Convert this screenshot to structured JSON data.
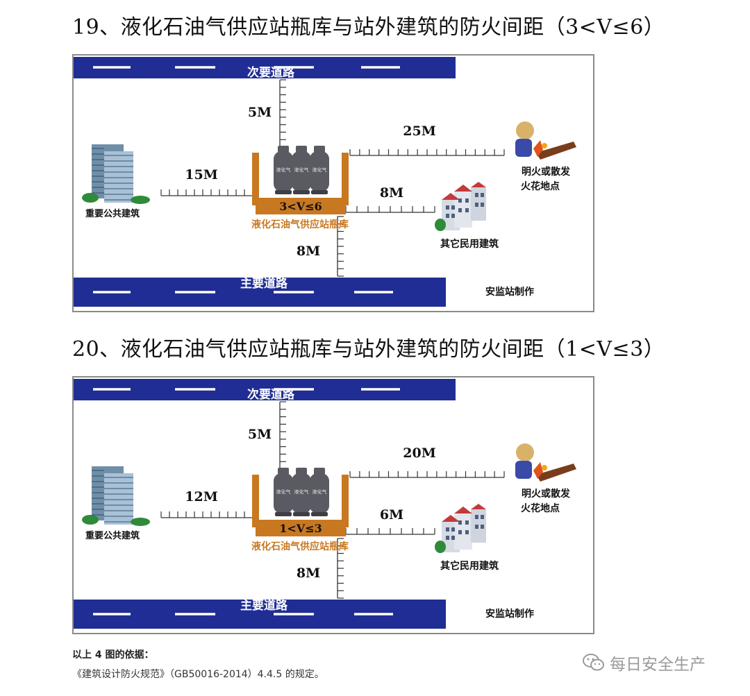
{
  "sections": [
    {
      "title": "19、液化石油气供应站瓶库与站外建筑的防火间距（3<V≤6）",
      "road_top": "次要道路",
      "road_bottom": "主要道路",
      "dist_top": "5M",
      "dist_left": "15M",
      "dist_fire": "25M",
      "dist_res": "8M",
      "dist_bottom": "8M",
      "volume": "3<V≤6",
      "station_label": "液化石油气供应站瓶库",
      "public_building": "重要公共建筑",
      "fire_line1": "明火或散发",
      "fire_line2": "火花地点",
      "residential": "其它民用建筑",
      "credit": "安监站制作",
      "cylinder_text": "液化气"
    },
    {
      "title": "20、液化石油气供应站瓶库与站外建筑的防火间距（1<V≤3）",
      "road_top": "次要道路",
      "road_bottom": "主要道路",
      "dist_top": "5M",
      "dist_left": "12M",
      "dist_fire": "20M",
      "dist_res": "6M",
      "dist_bottom": "8M",
      "volume": "1<V≤3",
      "station_label": "液化石油气供应站瓶库",
      "public_building": "重要公共建筑",
      "fire_line1": "明火或散发",
      "fire_line2": "火花地点",
      "residential": "其它民用建筑",
      "credit": "安监站制作",
      "cylinder_text": "液化气"
    }
  ],
  "footer": {
    "basis": "以上 4 图的依据：",
    "reference": "《建筑设计防火规范》（GB50016-2014）4.4.5 的规定。"
  },
  "watermark": {
    "text": "每日安全生产",
    "icon": "wechat-icon"
  },
  "colors": {
    "road": "#1f2d94",
    "station": "#c87820",
    "cylinder": "#5a5a62"
  }
}
